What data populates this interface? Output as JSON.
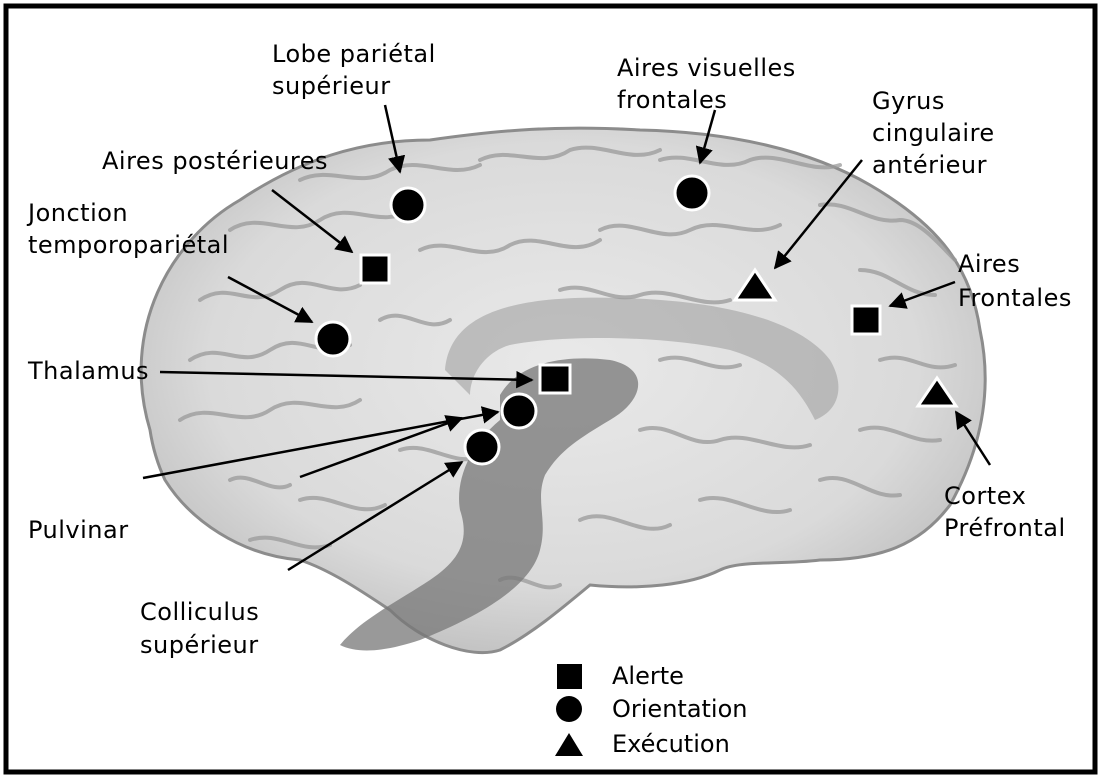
{
  "labels": {
    "lobe_parietal_1": "Lobe pariétal",
    "lobe_parietal_2": "supérieur",
    "aires_visuelles_1": "Aires visuelles",
    "aires_visuelles_2": "frontales",
    "gyrus_1": "Gyrus",
    "gyrus_2": "cingulaire",
    "gyrus_3": "antérieur",
    "aires_posterieures": "Aires postérieures",
    "jonction_1": "Jonction",
    "jonction_2": "temporopariétal",
    "aires_frontales_1": "Aires",
    "aires_frontales_2": "Frontales",
    "thalamus": "Thalamus",
    "pulvinar": "Pulvinar",
    "cortex_1": "Cortex",
    "cortex_2": "Préfrontal",
    "colliculus_1": "Colliculus",
    "colliculus_2": "supérieur"
  },
  "legend": {
    "alerte": "Alerte",
    "orientation": "Orientation",
    "execution": "Exécution"
  },
  "marker_types": {
    "alerte": "square",
    "orientation": "circle",
    "execution": "triangle"
  }
}
